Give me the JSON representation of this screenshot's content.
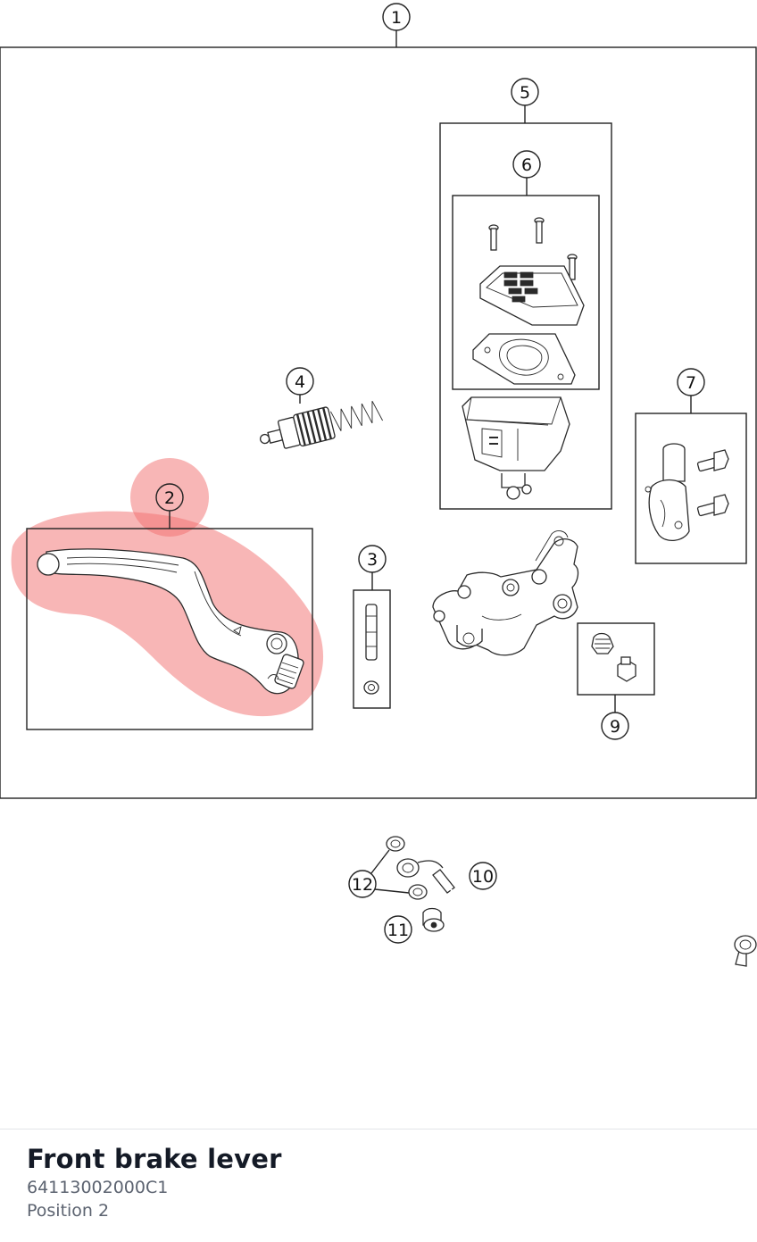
{
  "diagram": {
    "callouts": [
      "1",
      "2",
      "3",
      "4",
      "5",
      "6",
      "7",
      "9",
      "10",
      "11",
      "12"
    ],
    "highlighted_callout": "2",
    "highlight_color": "#f26d6d"
  },
  "selected_part": {
    "name": "Front brake lever",
    "part_number": "64113002000C1",
    "position_label": "Position 2"
  },
  "colors": {
    "line_art": "#222222",
    "title_text": "#141a26",
    "secondary_text": "#5c6370"
  }
}
